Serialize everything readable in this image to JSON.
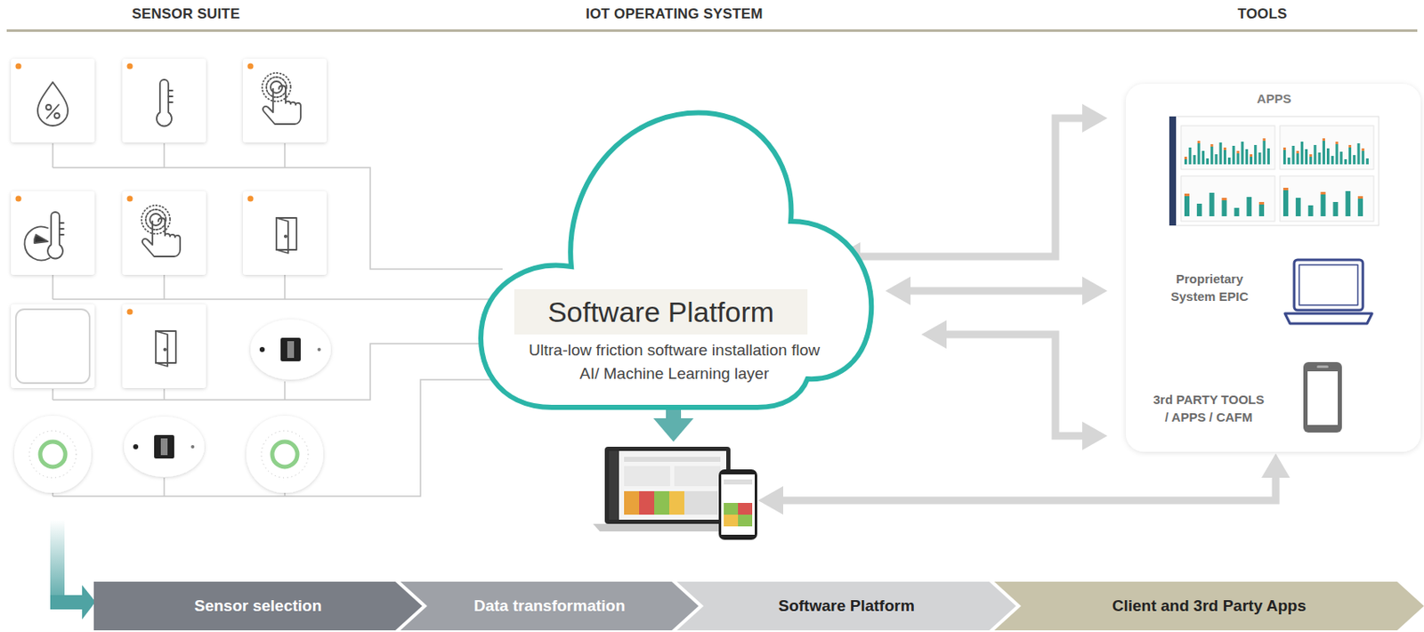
{
  "diagram": {
    "nodes": [
      {
        "text": [
          "Software Platform",
          "Ultra-low friction software installation flow",
          "AI/ Machine Learning layer"
        ]
      },
      {
        "text": [
          "APPS"
        ]
      },
      {
        "text": [
          "Proprietary System EPIC"
        ]
      },
      {
        "text": [
          "3rd PARTY TOOLS / APPS / CAFM"
        ]
      },
      {
        "text": [
          "Sensor selection"
        ]
      },
      {
        "text": [
          "Data transformation"
        ]
      },
      {
        "text": [
          "Software Platform"
        ]
      },
      {
        "text": [
          "Client and 3rd Party Apps"
        ]
      }
    ],
    "edges": [
      {
        "from": 0,
        "to": 1,
        "arrow": "both"
      },
      {
        "from": 0,
        "to": 2,
        "arrow": "both"
      },
      {
        "from": 0,
        "to": 3,
        "arrow": "both"
      }
    ],
    "labels": [
      "SENSOR SUITE",
      "IOT OPERATING SYSTEM",
      "TOOLS"
    ]
  }
}
